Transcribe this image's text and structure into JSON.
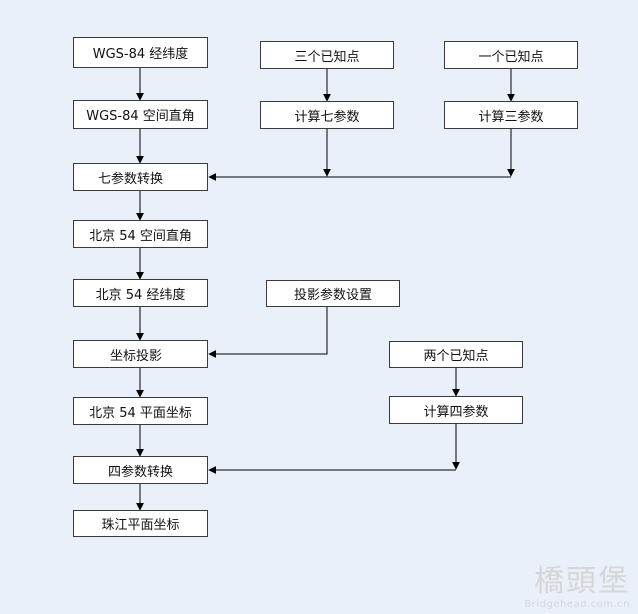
{
  "nodes": {
    "wgs84_latlon": "WGS-84 经纬度",
    "wgs84_cartesian": "WGS-84 空间直角",
    "seven_param_transform": "七参数转换",
    "beijing54_cartesian": "北京 54 空间直角",
    "beijing54_latlon": "北京 54 经纬度",
    "coordinate_projection": "坐标投影",
    "beijing54_plane": "北京 54 平面坐标",
    "four_param_transform": "四参数转换",
    "zhujiang_plane": "珠江平面坐标",
    "three_known_points": "三个已知点",
    "compute_seven_params": "计算七参数",
    "one_known_point": "一个已知点",
    "compute_three_params": "计算三参数",
    "projection_param_settings": "投影参数设置",
    "two_known_points": "两个已知点",
    "compute_four_params": "计算四参数"
  },
  "watermark": {
    "logo": "橋頭堡",
    "site": "Bridgehead.com.cn"
  },
  "colors": {
    "background": "#eaf0f9",
    "box_fill": "#ffffff",
    "line": "#000000"
  }
}
